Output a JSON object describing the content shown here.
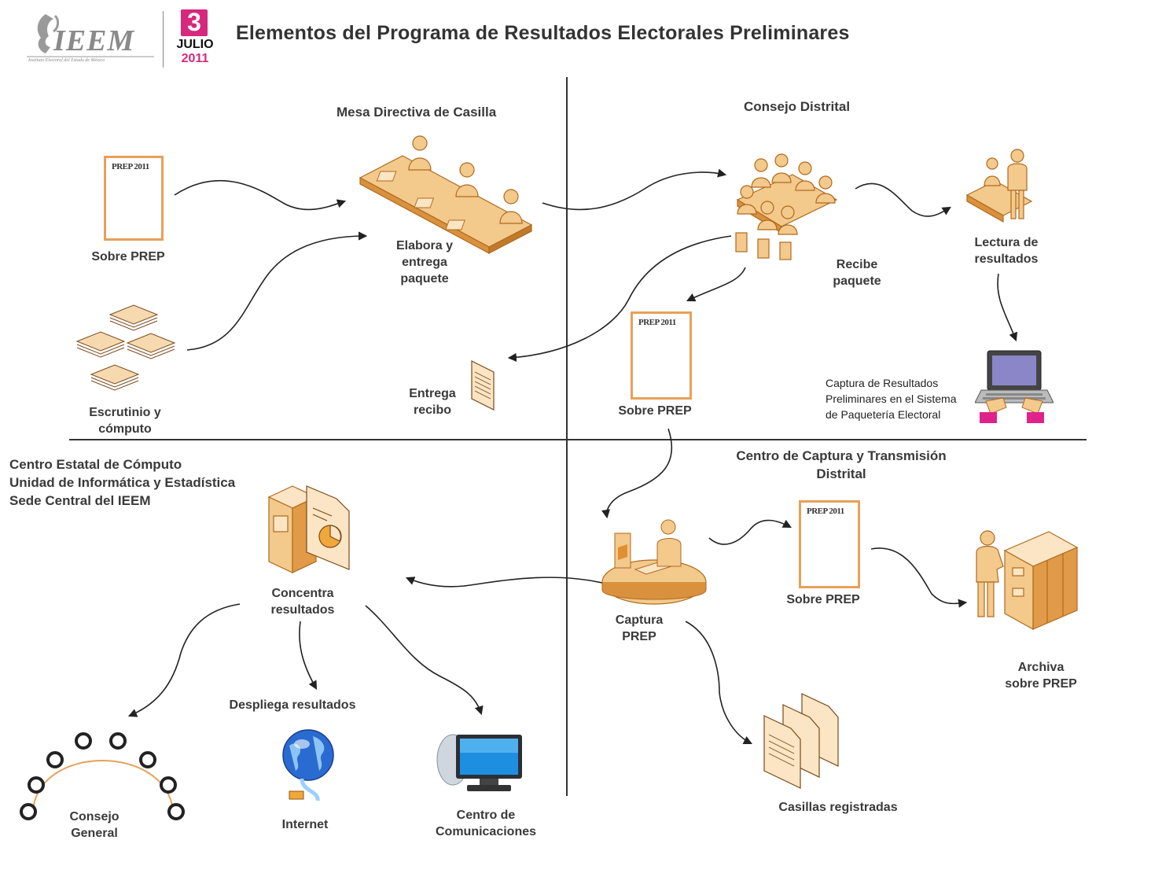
{
  "header": {
    "logo_text": "IEEM",
    "logo_subtext": "Instituto Electoral del Estado de México",
    "badge_day": "3",
    "badge_month": "JULIO",
    "badge_year": "2011",
    "title": "Elementos del Programa de Resultados Electorales Preliminares"
  },
  "sections": {
    "mesa": "Mesa Directiva de Casilla",
    "consejo_distrital": "Consejo Distrital",
    "centro_estatal": "Centro Estatal de Cómputo\nUnidad de Informática y Estadística\nSede Central del IEEM",
    "centro_captura": "Centro de Captura y Transmisión\nDistrital"
  },
  "nodes": {
    "sobre_prep_1": "Sobre PREP",
    "escrutinio": "Escrutinio y\ncómputo",
    "elabora": "Elabora y\nentrega\npaquete",
    "entrega_recibo": "Entrega\nrecibo",
    "recibe_paquete": "Recibe\npaquete",
    "sobre_prep_2": "Sobre PREP",
    "lectura": "Lectura de\nresultados",
    "captura_sistema": "Captura de Resultados\nPreliminares en el Sistema\nde Paquetería Electoral",
    "captura_prep": "Captura\nPREP",
    "sobre_prep_3": "Sobre PREP",
    "archiva": "Archiva\nsobre PREP",
    "casillas": "Casillas registradas",
    "concentra": "Concentra\nresultados",
    "despliega": "Despliega resultados",
    "consejo_general": "Consejo\nGeneral",
    "internet": "Internet",
    "centro_com": "Centro de\nComunicaciones"
  },
  "envelope_label": "PREP 2011",
  "colors": {
    "accent": "#e8a05a",
    "accent_light": "#f7d9b0",
    "magenta": "#d6287d",
    "line": "#222222"
  }
}
